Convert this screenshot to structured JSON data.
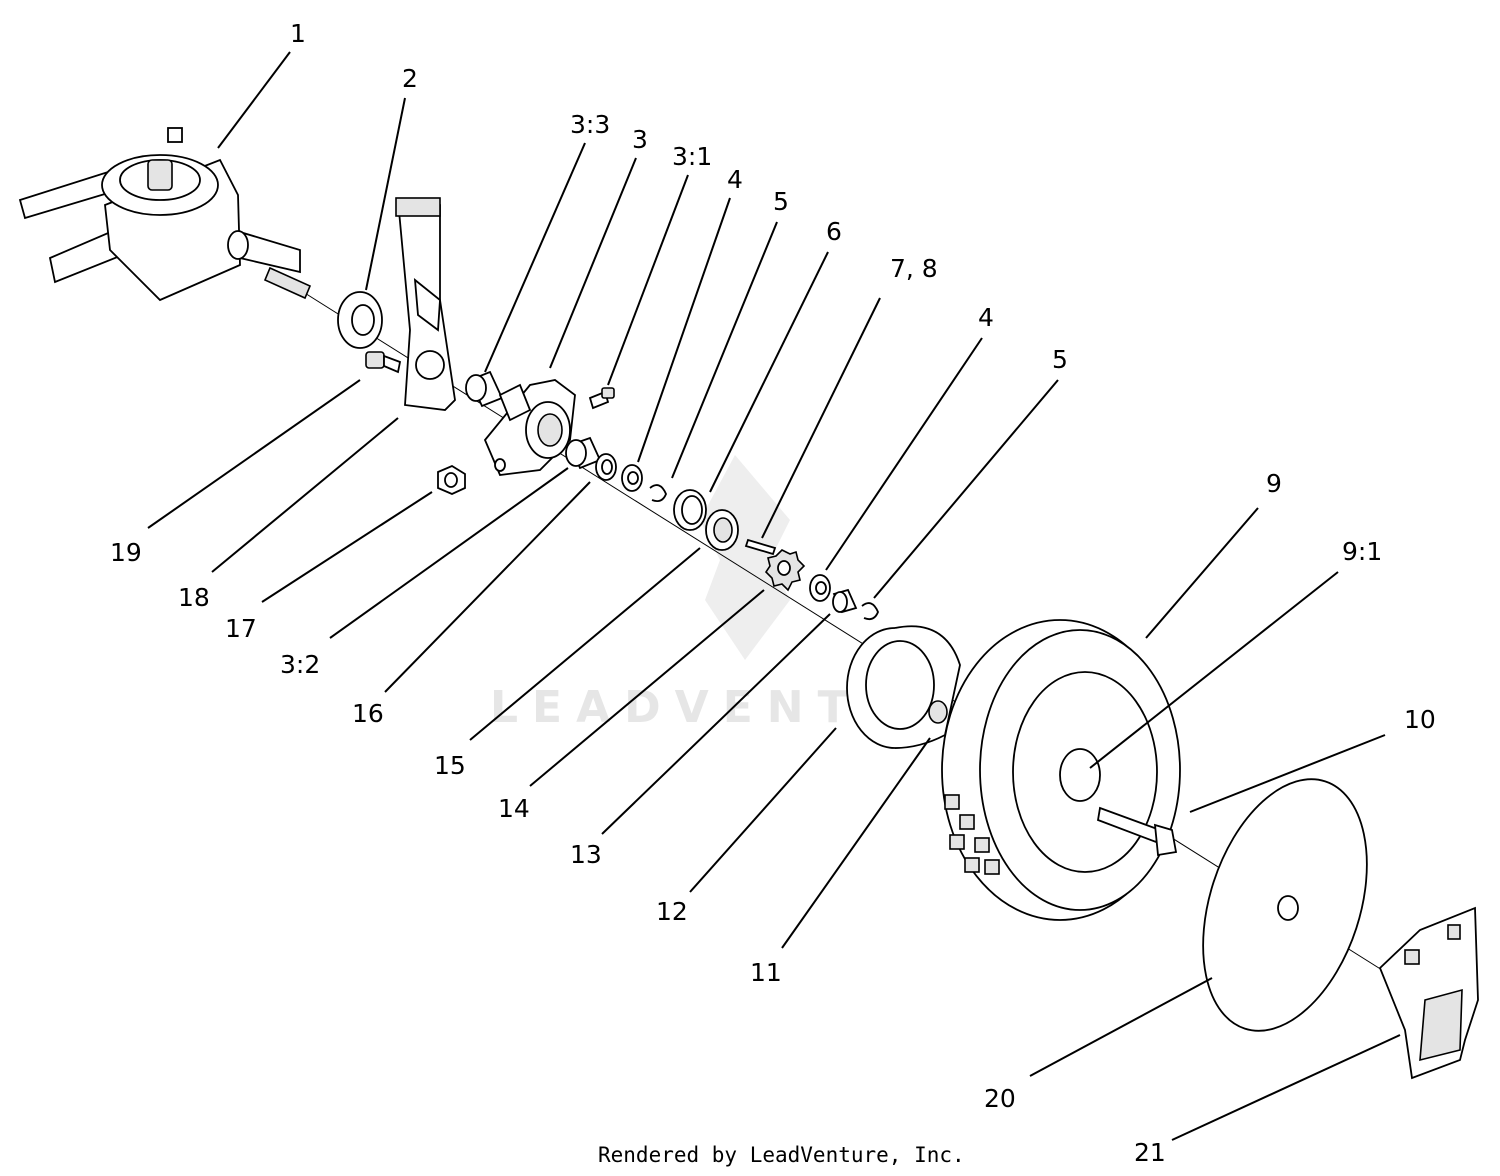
{
  "callouts": [
    {
      "id": "1",
      "text": "1"
    },
    {
      "id": "2",
      "text": "2"
    },
    {
      "id": "3-3",
      "text": "3:3"
    },
    {
      "id": "3",
      "text": "3"
    },
    {
      "id": "3-1",
      "text": "3:1"
    },
    {
      "id": "4a",
      "text": "4"
    },
    {
      "id": "5a",
      "text": "5"
    },
    {
      "id": "6",
      "text": "6"
    },
    {
      "id": "7-8",
      "text": "7, 8"
    },
    {
      "id": "4b",
      "text": "4"
    },
    {
      "id": "5b",
      "text": "5"
    },
    {
      "id": "9",
      "text": "9"
    },
    {
      "id": "9-1",
      "text": "9:1"
    },
    {
      "id": "10",
      "text": "10"
    },
    {
      "id": "19",
      "text": "19"
    },
    {
      "id": "18",
      "text": "18"
    },
    {
      "id": "17",
      "text": "17"
    },
    {
      "id": "3-2",
      "text": "3:2"
    },
    {
      "id": "16",
      "text": "16"
    },
    {
      "id": "15",
      "text": "15"
    },
    {
      "id": "14",
      "text": "14"
    },
    {
      "id": "13",
      "text": "13"
    },
    {
      "id": "12",
      "text": "12"
    },
    {
      "id": "11",
      "text": "11"
    },
    {
      "id": "20",
      "text": "20"
    },
    {
      "id": "21",
      "text": "21"
    }
  ],
  "watermark": "LEADVENTURE",
  "footer": "Rendered by LeadVenture, Inc."
}
